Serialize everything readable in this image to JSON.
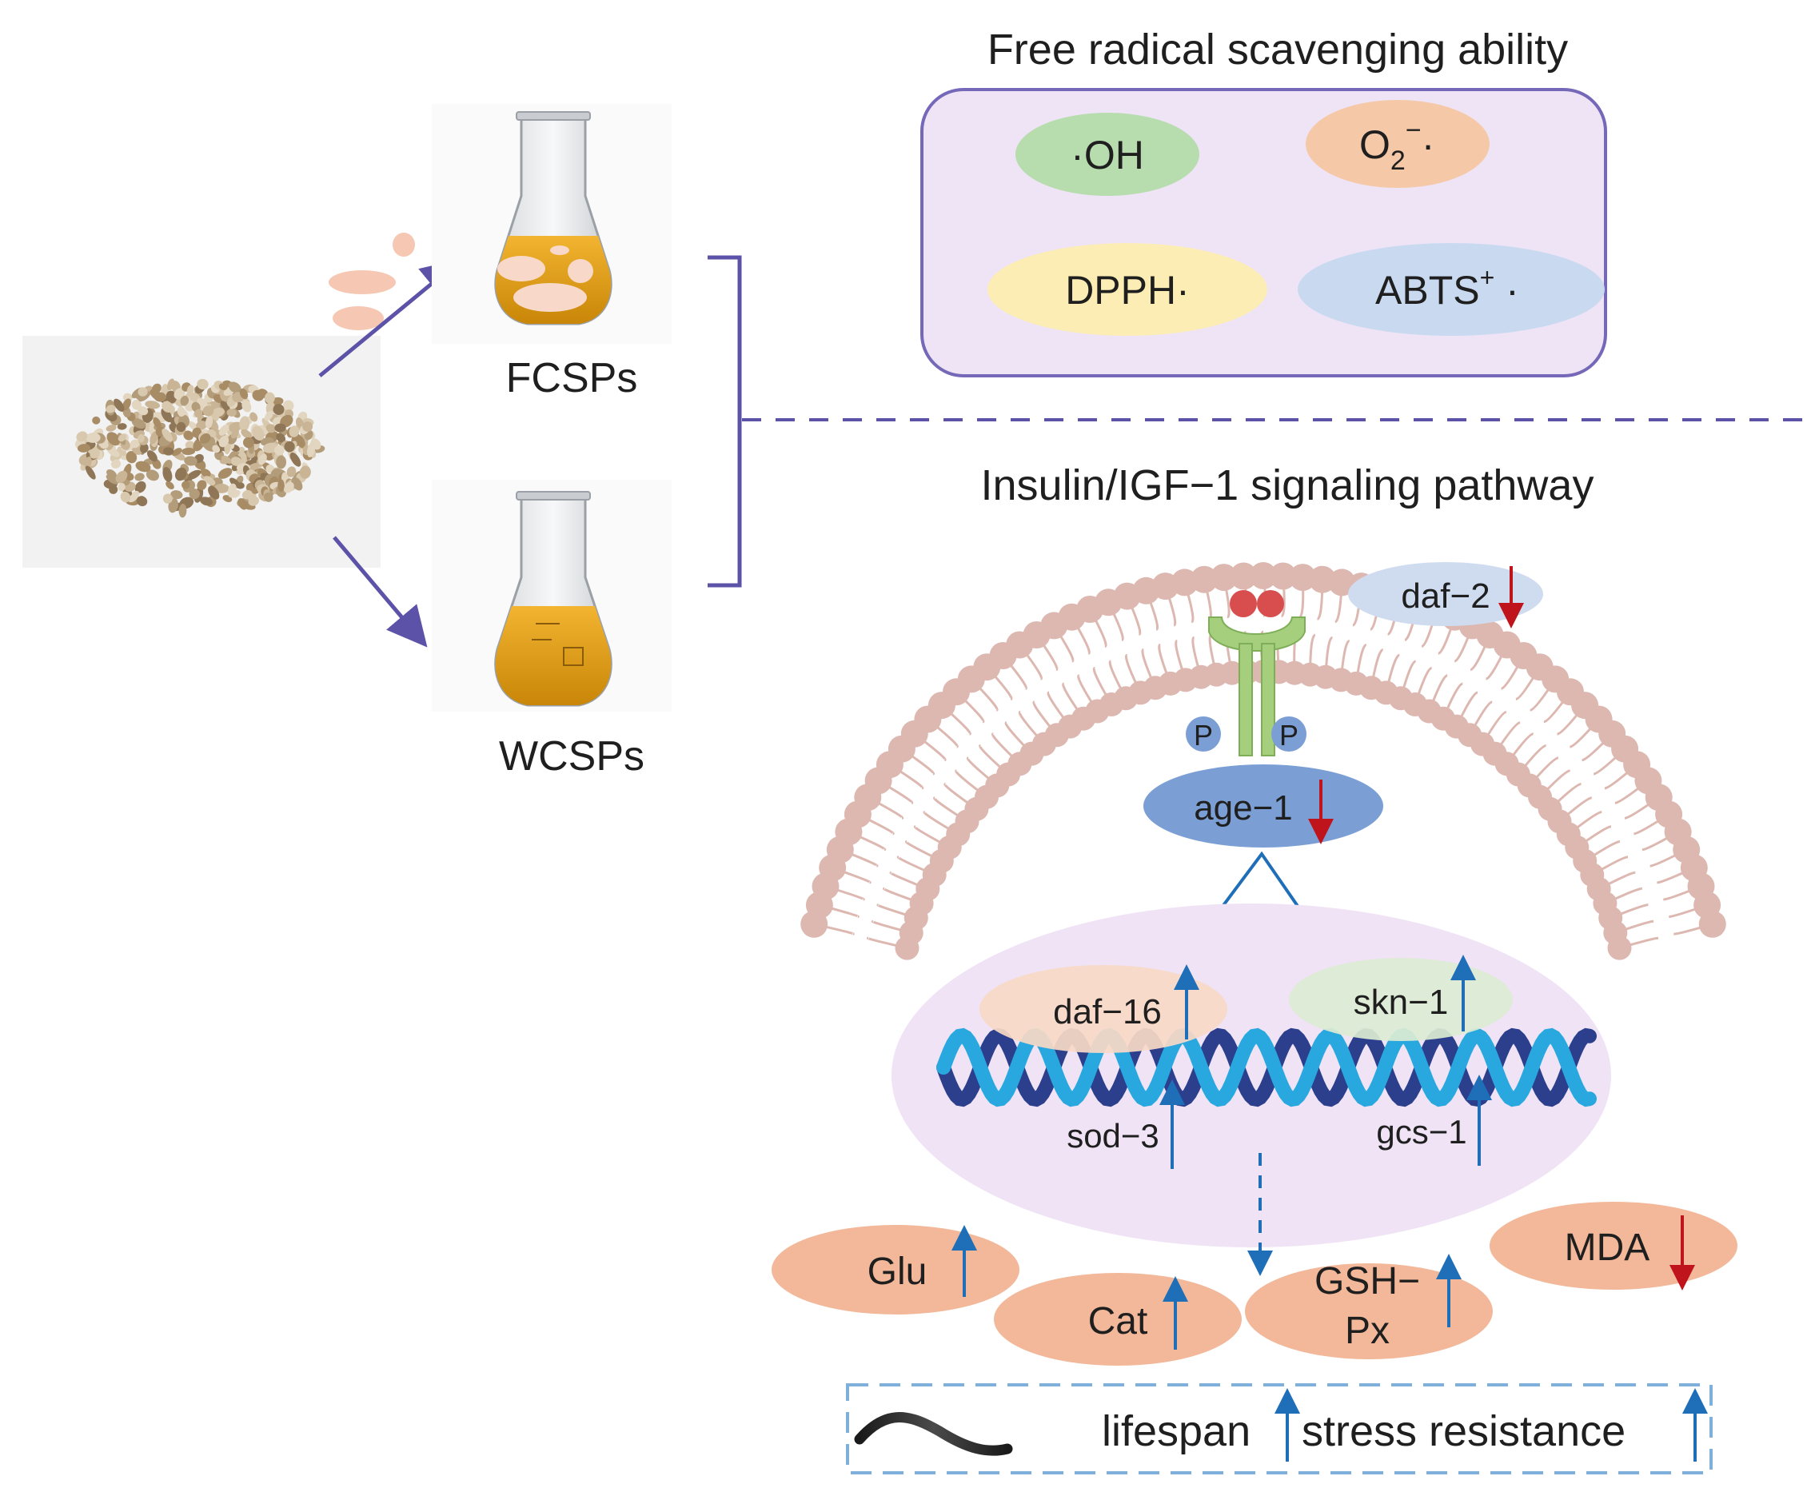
{
  "sources": {
    "fermented": "FCSPs",
    "water": "WCSPs"
  },
  "radical_panel": {
    "title": "Free radical scavenging ability",
    "items": [
      {
        "label": "·OH",
        "color": "#b7dcae"
      },
      {
        "label": "O",
        "sub": "2",
        "sup": "−",
        "suffix": "·",
        "color": "#f5c9a8"
      },
      {
        "label": "DPPH·",
        "color": "#fcedb5"
      },
      {
        "label": "ABTS",
        "sup": "+",
        "suffix": " ·",
        "color": "#c9daf0"
      }
    ],
    "panel_fill": "#eee4f6",
    "panel_stroke": "#7668b8"
  },
  "pathway": {
    "title": "Insulin/IGF−1 signaling pathway",
    "receptor": {
      "daf2": "daf−2",
      "phospho": "P"
    },
    "age1": "age−1",
    "nucleus": {
      "daf16": "daf−16",
      "skn1": "skn−1",
      "sod3": "sod−3",
      "gcs1": "gcs−1"
    },
    "enzymes": [
      {
        "label": "Glu",
        "direction": "up"
      },
      {
        "label": "Cat",
        "direction": "up"
      },
      {
        "label": "GSH−",
        "label2": "Px",
        "direction": "up"
      },
      {
        "label": "MDA",
        "direction": "down"
      }
    ],
    "phenotypes": {
      "lifespan": "lifespan",
      "stress": "stress resistance"
    },
    "colors": {
      "up_arrow": "#1f6fb8",
      "down_arrow": "#c0141d",
      "membrane": "#ddb8b1",
      "receptor": "#a6cf7d",
      "ligand": "#d84d4d",
      "enzyme": "#f2b899",
      "nucleus": "#efe3f5",
      "dna_light": "#29a8e0",
      "dna_dark": "#2c3f8c",
      "flow_arrows": "#5c52a8"
    }
  }
}
